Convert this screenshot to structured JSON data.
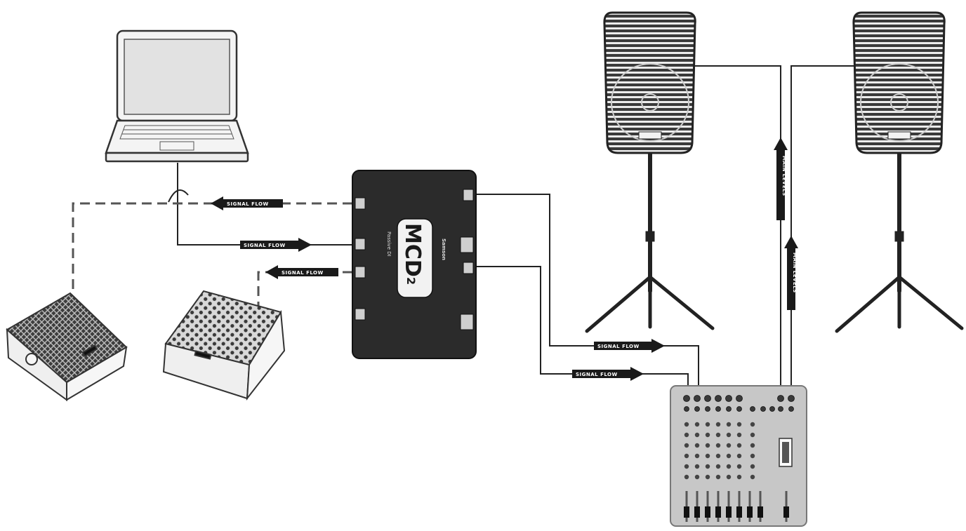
{
  "device": {
    "logo": "MCD",
    "model": "2",
    "subtitle": "Passive DI",
    "brand": "Samson"
  },
  "labels": {
    "signal_flow": "SIGNAL FLOW",
    "main_levels": "MAIN LEVELS"
  },
  "colors": {
    "line": "#222222",
    "device": "#2b2b2b",
    "mixer": "#c7c7c7",
    "grille": "#3a3a3a"
  },
  "icons": [
    "laptop-icon",
    "monitor-wedge-icon",
    "di-box-icon",
    "pa-speaker-icon",
    "speaker-stand-icon",
    "mixer-icon",
    "arrow-icon"
  ]
}
